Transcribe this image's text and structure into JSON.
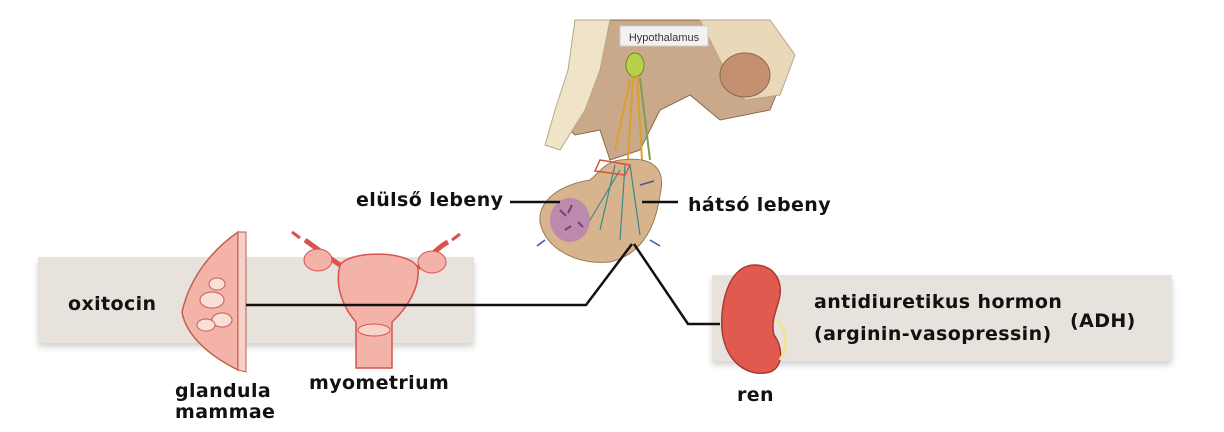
{
  "labels": {
    "hypothalamus": "Hypothalamus",
    "anterior_lobe": "elülső lebeny",
    "posterior_lobe": "hátsó lebeny",
    "oxytocin": "oxitocin",
    "mammary_line1": "glandula",
    "mammary_line2": "mammae",
    "myometrium": "myometrium",
    "adh_line1": "antidiuretikus hormon",
    "adh_line2": "(arginin-vasopressin)",
    "adh_abbr": "(ADH)",
    "kidney": "ren"
  },
  "colors": {
    "band": "#e8e2dc",
    "tissue_pink": "#f3b3a8",
    "tissue_red": "#d9534f",
    "brain_tan": "#c9a98a",
    "bone": "#efe4c8",
    "gland_tan": "#d8b48e",
    "kidney_red": "#e05a4f",
    "line": "#111111"
  },
  "icons": [
    "brain-section-illustration",
    "pituitary-gland-illustration",
    "breast-illustration",
    "uterus-illustration",
    "kidney-illustration"
  ]
}
